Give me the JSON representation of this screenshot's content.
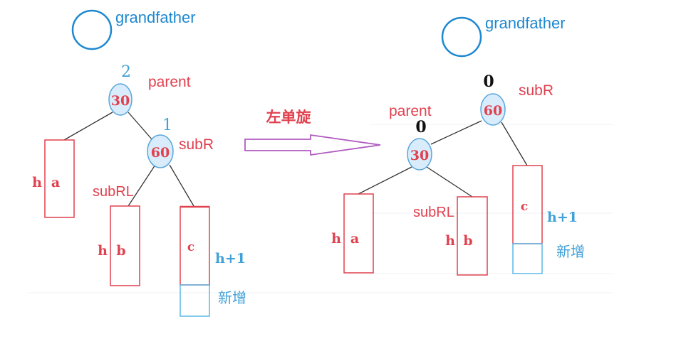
{
  "left_tree": {
    "grandfather_label": "grandfather",
    "parent": {
      "value": "30",
      "balance": "2",
      "label": "parent"
    },
    "subR": {
      "value": "60",
      "balance": "1",
      "label": "subR"
    },
    "subRL_label": "subRL",
    "subtree_a": {
      "height": "h",
      "name": "a"
    },
    "subtree_b": {
      "height": "h",
      "name": "b"
    },
    "subtree_c": {
      "height": "h+1",
      "name": "c"
    },
    "new_node_label": "新增"
  },
  "operation_label": "左单旋",
  "right_tree": {
    "grandfather_label": "grandfather",
    "subR": {
      "value": "60",
      "balance": "0",
      "label": "subR"
    },
    "parent": {
      "value": "30",
      "balance": "0",
      "label": "parent"
    },
    "subRL_label": "subRL",
    "subtree_a": {
      "height": "h",
      "name": "a"
    },
    "subtree_b": {
      "height": "h",
      "name": "b"
    },
    "subtree_c": {
      "height": "h+1",
      "name": "c"
    },
    "new_node_label": "新增"
  },
  "colors": {
    "red": "#e0414f",
    "blue": "#1e88d0",
    "node_fill": "#d8ecfb",
    "arrow": "#b05cc0"
  }
}
